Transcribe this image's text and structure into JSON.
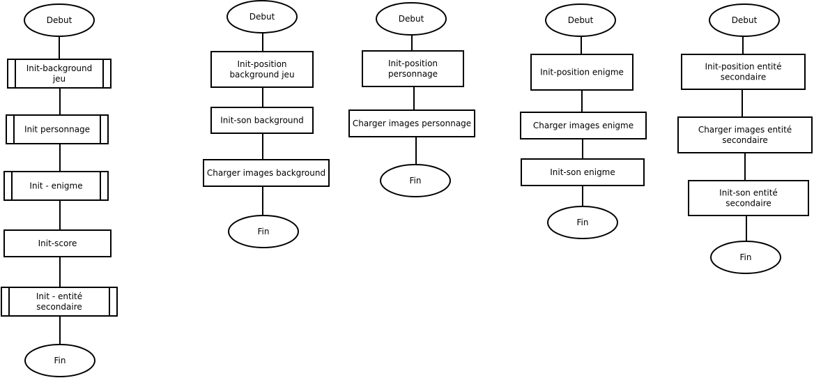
{
  "flowcharts": [
    {
      "start": "Debut",
      "steps": [
        {
          "label": "Init-background jeu",
          "kind": "subprocess"
        },
        {
          "label": "Init personnage",
          "kind": "subprocess"
        },
        {
          "label": "Init - enigme",
          "kind": "subprocess"
        },
        {
          "label": "Init-score",
          "kind": "process"
        },
        {
          "label": "Init - entité secondaire",
          "kind": "subprocess"
        }
      ],
      "end": "Fin"
    },
    {
      "start": "Debut",
      "steps": [
        {
          "label": "Init-position background jeu",
          "kind": "process"
        },
        {
          "label": "Init-son background",
          "kind": "process"
        },
        {
          "label": "Charger images background",
          "kind": "process"
        }
      ],
      "end": "Fin"
    },
    {
      "start": "Debut",
      "steps": [
        {
          "label": "Init-position personnage",
          "kind": "process"
        },
        {
          "label": "Charger images personnage",
          "kind": "process"
        }
      ],
      "end": "Fin"
    },
    {
      "start": "Debut",
      "steps": [
        {
          "label": "Init-position enigme",
          "kind": "process"
        },
        {
          "label": "Charger images enigme",
          "kind": "process"
        },
        {
          "label": "Init-son enigme",
          "kind": "process"
        }
      ],
      "end": "Fin"
    },
    {
      "start": "Debut",
      "steps": [
        {
          "label": "Init-position entité secondaire",
          "kind": "process"
        },
        {
          "label": "Charger images entité secondaire",
          "kind": "process"
        },
        {
          "label": "Init-son entité secondaire",
          "kind": "process"
        }
      ],
      "end": "Fin"
    }
  ]
}
